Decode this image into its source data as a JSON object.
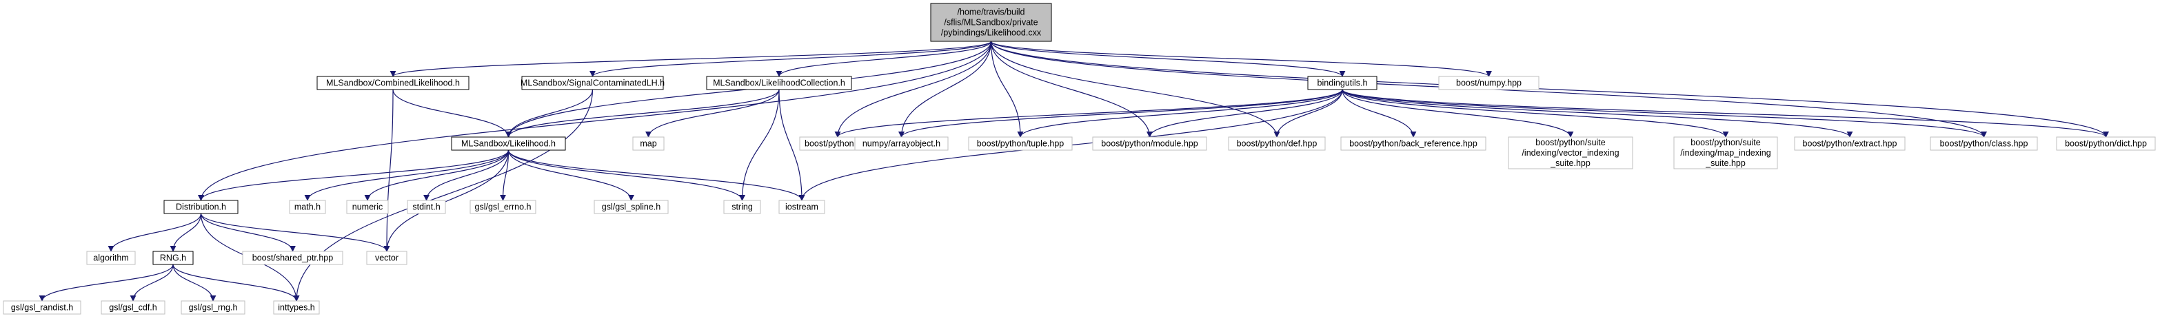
{
  "colors": {
    "edge": "#191970",
    "node_fill": "#ffffff",
    "root_fill": "#bfbfbf",
    "documented_stroke": "#000000",
    "external_stroke": "#bfbfbf"
  },
  "graph": {
    "nodes": {
      "root": [
        "/home/travis/build",
        "/sflis/MLSandbox/private",
        "/pybindings/Likelihood.cxx"
      ],
      "combined": [
        "MLSandbox/CombinedLikelihood.h"
      ],
      "signal": [
        "MLSandbox/SignalContaminatedLH.h"
      ],
      "collection": [
        "MLSandbox/LikelihoodCollection.h"
      ],
      "bindingutils": [
        "bindingutils.h"
      ],
      "numpy": [
        "boost/numpy.hpp"
      ],
      "likelihood": [
        "MLSandbox/Likelihood.h"
      ],
      "map": [
        "map"
      ],
      "python": [
        "boost/python.hpp"
      ],
      "arrayobject": [
        "numpy/arrayobject.h"
      ],
      "tuple": [
        "boost/python/tuple.hpp"
      ],
      "module": [
        "boost/python/module.hpp"
      ],
      "def": [
        "boost/python/def.hpp"
      ],
      "backref": [
        "boost/python/back_reference.hpp"
      ],
      "vecidx": [
        "boost/python/suite",
        "/indexing/vector_indexing",
        "_suite.hpp"
      ],
      "mapidx": [
        "boost/python/suite",
        "/indexing/map_indexing",
        "_suite.hpp"
      ],
      "extract": [
        "boost/python/extract.hpp"
      ],
      "class": [
        "boost/python/class.hpp"
      ],
      "dict": [
        "boost/python/dict.hpp"
      ],
      "distribution": [
        "Distribution.h"
      ],
      "math": [
        "math.h"
      ],
      "numeric": [
        "numeric"
      ],
      "stdint": [
        "stdint.h"
      ],
      "gslerrno": [
        "gsl/gsl_errno.h"
      ],
      "gslspline": [
        "gsl/gsl_spline.h"
      ],
      "string": [
        "string"
      ],
      "iostream": [
        "iostream"
      ],
      "algorithm": [
        "algorithm"
      ],
      "rng": [
        "RNG.h"
      ],
      "sharedptr": [
        "boost/shared_ptr.hpp"
      ],
      "vector": [
        "vector"
      ],
      "gslrandist": [
        "gsl/gsl_randist.h"
      ],
      "gslcdf": [
        "gsl/gsl_cdf.h"
      ],
      "gslrng": [
        "gsl/gsl_rng.h"
      ],
      "inttypes": [
        "inttypes.h"
      ]
    }
  }
}
